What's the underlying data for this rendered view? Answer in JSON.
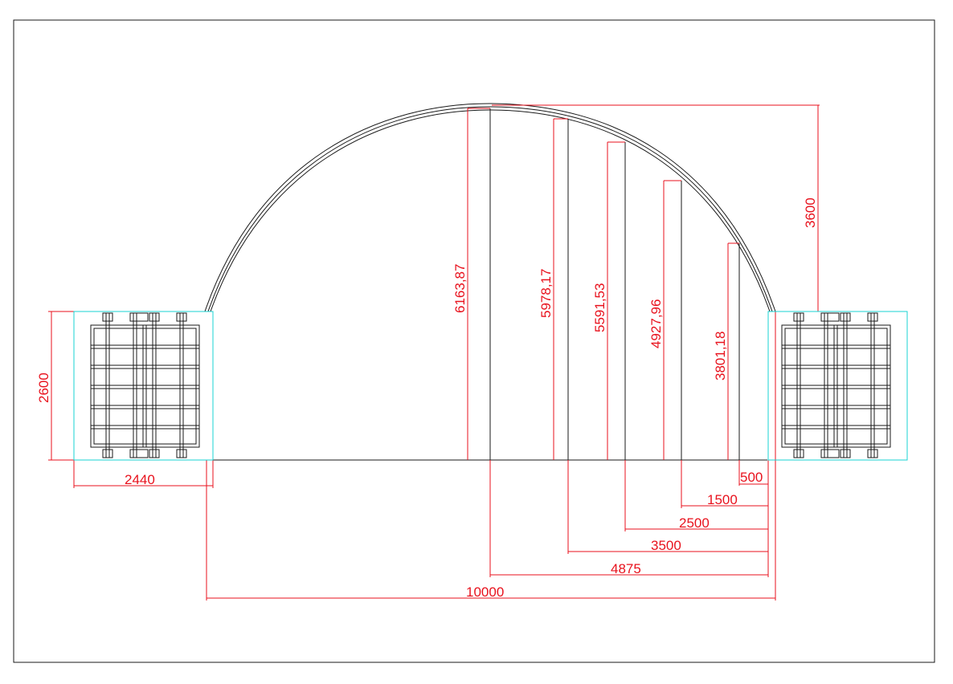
{
  "colors": {
    "structure": "#1a1a1a",
    "dimension": "#e8121d",
    "outline": "#19d3d3",
    "frame": "#1a1a1a"
  },
  "dimensions": {
    "height_6163": "6163,87",
    "height_5978": "5978,17",
    "height_5591": "5591,53",
    "height_4927": "4927,96",
    "height_3801": "3801,18",
    "height_3600": "3600",
    "height_2600": "2600",
    "width_2440": "2440",
    "offset_500": "500",
    "offset_1500": "1500",
    "offset_2500": "2500",
    "offset_3500": "3500",
    "offset_4875": "4875",
    "span_10000": "10000"
  }
}
